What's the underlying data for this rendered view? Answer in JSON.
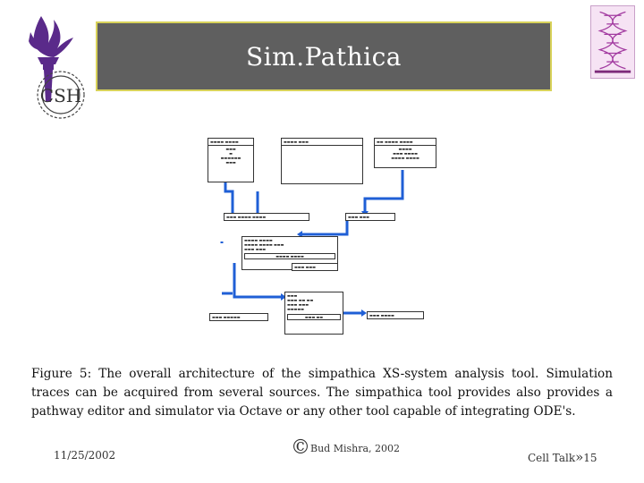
{
  "slide": {
    "title": "Sim.Pathica",
    "csh_logo_text": "CSH",
    "caption": "Figure 5: The overall architecture of the simpathica XS-system analysis tool. Simulation traces can be acquired from several sources. The simpathica tool provides also provides a pathway editor and simulator via Octave or any other tool capable of integrating ODE's.",
    "footer": {
      "date": "11/25/2002",
      "copyright_symbol": "©",
      "copyright_text": "Bud Mishra, 2002",
      "page_label": "Cell Talk",
      "page_arrow": "»",
      "page_number": "15"
    }
  },
  "colors": {
    "title_bg": "#5f5f5f",
    "title_border": "#d8d25a",
    "torch_purple": "#5a2a8a",
    "arrow_blue": "#1f5fd6"
  },
  "icons": [
    "nyu-torch-logo",
    "csh-seal-logo",
    "nyu-bioinformatics-logo"
  ]
}
